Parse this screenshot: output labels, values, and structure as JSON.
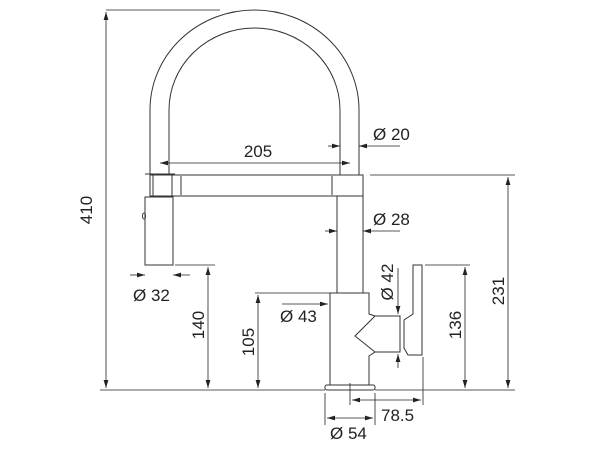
{
  "dimensions": {
    "total_height": "410",
    "spout_reach": "205",
    "spout_diameter": "Ø 20",
    "body_upper_diameter": "Ø 28",
    "spray_head_diameter": "Ø 32",
    "handle_diameter": "Ø 42",
    "body_diameter": "Ø 43",
    "base_diameter": "Ø 54",
    "spray_head_height": "140",
    "body_height": "105",
    "handle_height": "136",
    "spout_height": "231",
    "handle_offset": "78.5"
  }
}
